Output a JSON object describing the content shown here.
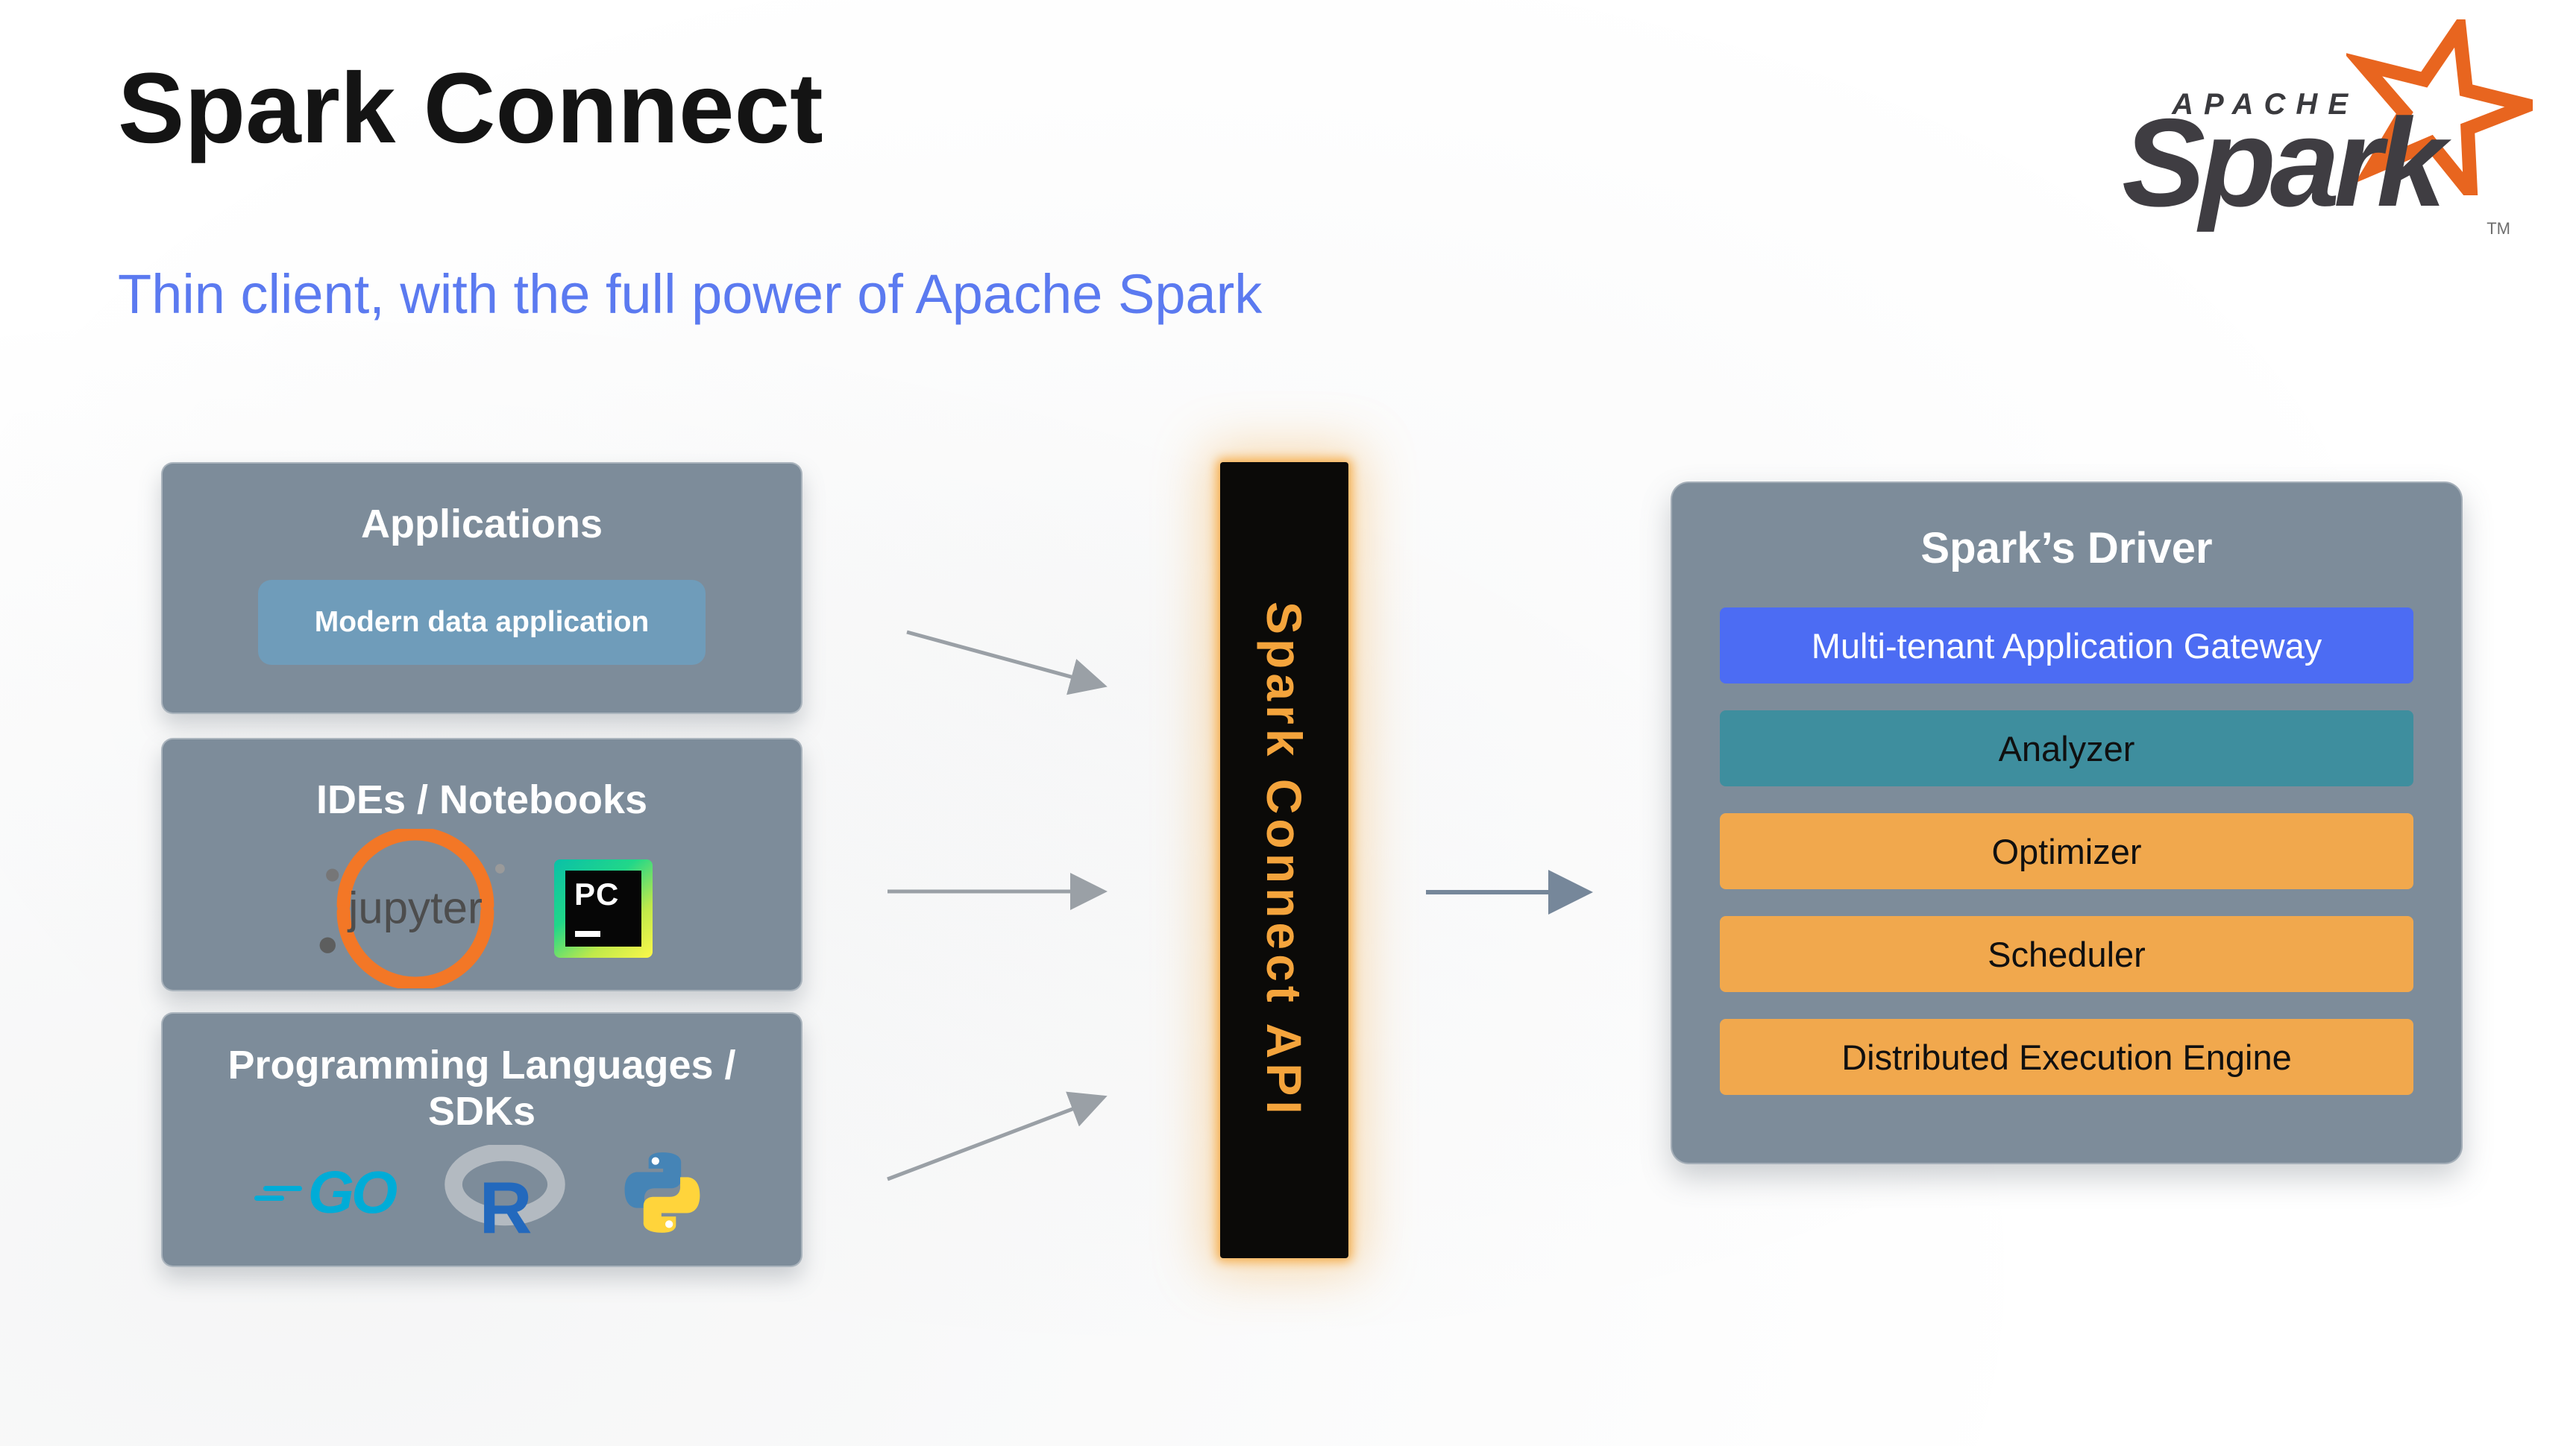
{
  "slide": {
    "title": "Spark Connect",
    "subtitle": "Thin client, with the full power of Apache Spark"
  },
  "logo": {
    "apache": "APACHE",
    "spark": "Spark",
    "tm": "TM"
  },
  "left_column": {
    "applications": {
      "title": "Applications",
      "chip": "Modern data application"
    },
    "ides": {
      "title": "IDEs / Notebooks",
      "jupyter_label": "jupyter",
      "pycharm_label": "PC"
    },
    "languages": {
      "title": "Programming Languages / SDKs",
      "go_label": "GO",
      "r_label": "R"
    }
  },
  "connector": {
    "label": "Spark Connect API"
  },
  "driver": {
    "title": "Spark’s Driver",
    "rows": [
      {
        "label": "Multi-tenant Application Gateway",
        "color": "#4c6cf3"
      },
      {
        "label": "Analyzer",
        "color": "#3e8e9e"
      },
      {
        "label": "Optimizer",
        "color": "#f1a84d"
      },
      {
        "label": "Scheduler",
        "color": "#f1a84d"
      },
      {
        "label": "Distributed Execution Engine",
        "color": "#f1a84d"
      }
    ]
  },
  "icons": [
    "spark-star-icon",
    "jupyter-icon",
    "pycharm-icon",
    "go-icon",
    "r-icon",
    "python-icon"
  ],
  "colors": {
    "subtitle_blue": "#5b7af0",
    "panel_gray": "#7d8c9a",
    "chip_blue": "#6f9cba",
    "connector_bg": "#0b0a08",
    "connector_text": "#f4a43c",
    "arrow_gray": "#9aa0a6",
    "arrow_slate": "#76879a",
    "spark_orange": "#e8651f",
    "gateway_blue": "#4c6cf3",
    "analyzer_teal": "#3e8e9e",
    "optimizer_orange": "#f1a84d"
  }
}
